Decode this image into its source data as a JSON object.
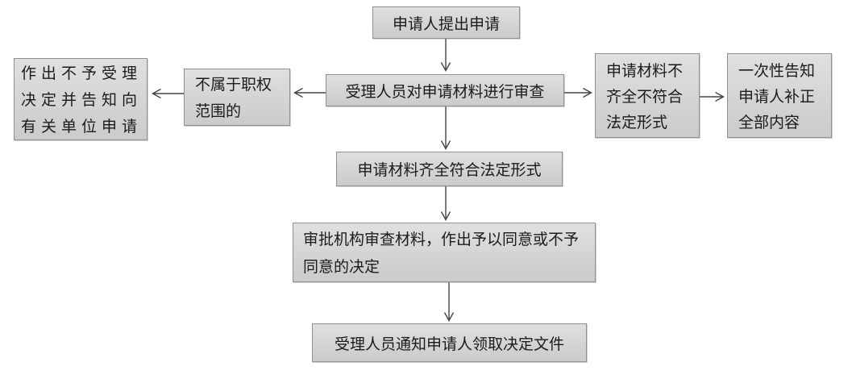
{
  "flowchart": {
    "nodes": {
      "start": {
        "label": "申请人提出申请"
      },
      "review": {
        "label": "受理人员对申请材料进行审查"
      },
      "not_authority": {
        "label": "不属于职权\n范围的"
      },
      "reject_notice": {
        "label": "作出不予受理\n决定并告知向\n有关单位申请"
      },
      "incomplete": {
        "label": "申请材料不\n齐全不符合\n法定形式"
      },
      "one_time_notice": {
        "label": "一次性告知\n申请人补正\n全部内容"
      },
      "complete": {
        "label": "申请材料齐全符合法定形式"
      },
      "approval": {
        "label": "审批机构审查材料，作出予以同意或不予\n同意的决定"
      },
      "notify_result": {
        "label": "受理人员通知申请人领取决定文件"
      }
    },
    "edges": [
      {
        "from": "start",
        "to": "review"
      },
      {
        "from": "review",
        "to": "not_authority"
      },
      {
        "from": "not_authority",
        "to": "reject_notice"
      },
      {
        "from": "review",
        "to": "incomplete"
      },
      {
        "from": "incomplete",
        "to": "one_time_notice"
      },
      {
        "from": "review",
        "to": "complete"
      },
      {
        "from": "complete",
        "to": "approval"
      },
      {
        "from": "approval",
        "to": "notify_result"
      }
    ],
    "colors": {
      "background": "#ffffff",
      "box_fill": "#d5d5d5",
      "box_border": "#909090",
      "arrow": "#454545",
      "text": "#1b1b1b"
    }
  }
}
